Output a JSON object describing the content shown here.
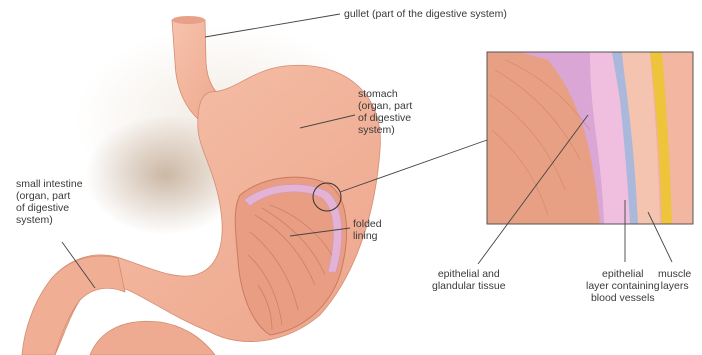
{
  "labels": {
    "gullet": [
      "gullet (part of the digestive system)"
    ],
    "stomach": [
      "stomach",
      "(organ, part",
      "of digestive",
      "system)"
    ],
    "small_intestine": [
      "small intestine",
      "(organ, part",
      "of digestive",
      "system)"
    ],
    "folded_lining": [
      "folded",
      "lining"
    ],
    "epithelial_glandular": [
      "epithelial and",
      "glandular tissue"
    ],
    "epithelial_layer": [
      "epithelial",
      "layer containing",
      "blood vessels"
    ],
    "muscle_layers": [
      "muscle",
      "layers"
    ]
  },
  "colors": {
    "organ": "#f2b49c",
    "organ_shade": "#e5987f",
    "organ_dark": "#c97a62",
    "lining": "#e9a88c",
    "lining_pink": "#e6b3d8",
    "mucosa_purple": "#d7a7d6",
    "blue_band": "#a9b7dd",
    "yellow_band": "#eec63c",
    "inset_bg": "#f3b9a5",
    "shadow": "#b8926e"
  }
}
